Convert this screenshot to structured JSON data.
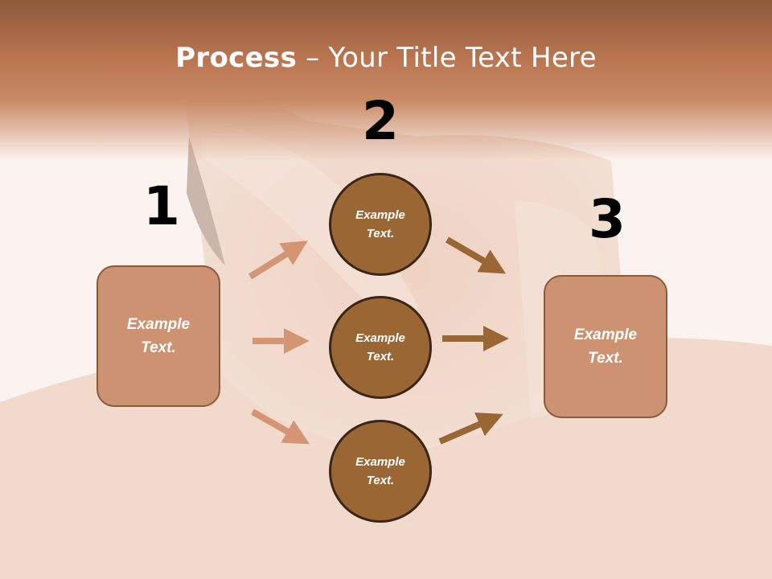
{
  "slide": {
    "title_bold": "Process",
    "title_rest": " – Your Title Text Here"
  },
  "steps": {
    "left_number": "1",
    "middle_number": "2",
    "right_number": "3"
  },
  "left_box": {
    "text": "Example\nText."
  },
  "right_box": {
    "text": "Example\nText."
  },
  "circles": [
    {
      "text": "Example\nText."
    },
    {
      "text": "Example\nText."
    },
    {
      "text": "Example\nText."
    }
  ],
  "colors": {
    "box_fill": "#cc9271",
    "circle_fill": "#9a6734",
    "light_arrow": "#d39574",
    "dark_arrow": "#9a6734",
    "header": "#b8744f"
  }
}
